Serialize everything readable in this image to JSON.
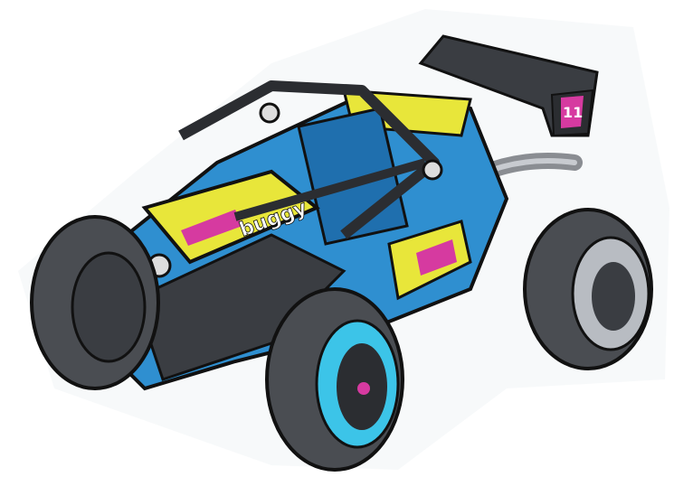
{
  "image": {
    "subject": "toy-buggy",
    "decal_text": "buggy",
    "wing_number": "11",
    "colors": {
      "body_yellow": "#e8e63a",
      "body_blue": "#2f8fd0",
      "cyan_rim": "#3cc4e8",
      "dark_gray": "#3a3d42",
      "tire": "#4a4d52",
      "magenta": "#d63aa0",
      "background": "#ffffff"
    }
  }
}
